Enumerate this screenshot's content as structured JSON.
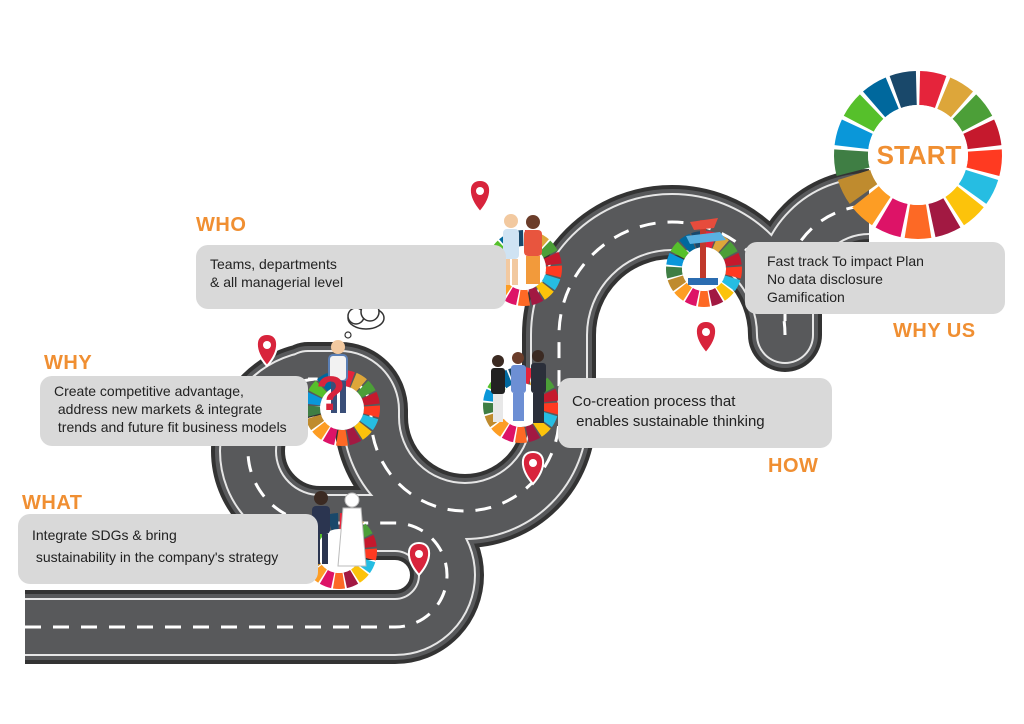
{
  "start": {
    "label": "START"
  },
  "sections": {
    "who": {
      "heading": "WHO",
      "lines": [
        "Teams, departments",
        "& all managerial level"
      ]
    },
    "why": {
      "heading": "WHY",
      "lines": [
        "Create competitive advantage,",
        " address new markets & integrate",
        " trends and future fit business models"
      ]
    },
    "what": {
      "heading": "WHAT",
      "lines": [
        "Integrate SDGs & bring",
        " sustainability in the company's strategy"
      ]
    },
    "how": {
      "heading": "HOW",
      "lines": [
        "Co-creation process that",
        " enables sustainable thinking"
      ]
    },
    "why_us": {
      "heading": "WHY US",
      "lines": [
        "Fast track To impact Plan",
        "No data disclosure",
        "Gamification"
      ]
    }
  },
  "colors": {
    "accent": "#f08f32",
    "road": "#58595b",
    "road_edge": "#3a3a3a",
    "box": "#d9d9d9",
    "pin": "#d8243c",
    "sdg": [
      "#e5243b",
      "#dda63a",
      "#4c9f38",
      "#c5192d",
      "#ff3a21",
      "#26bde2",
      "#fcc30b",
      "#a21942",
      "#fd6925",
      "#dd1367",
      "#fd9d24",
      "#bf8b2e",
      "#3f7e44",
      "#0a97d9",
      "#56c02b",
      "#00689d",
      "#19486a"
    ]
  },
  "icons": [
    "location-pin-icon",
    "thought-cloud-icon",
    "signpost-icon",
    "sdg-wheel-icon",
    "people-illustration"
  ]
}
